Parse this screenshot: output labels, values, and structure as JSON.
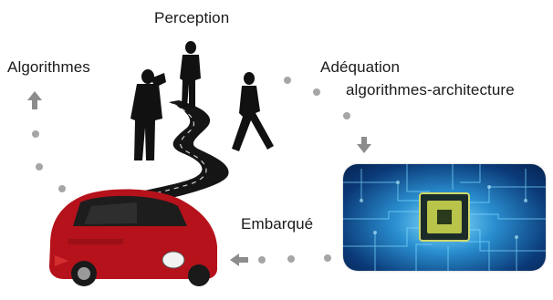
{
  "labels": {
    "perception": "Perception",
    "algorithmes": "Algorithmes",
    "adequation_line1": "Adéquation",
    "adequation_line2": "algorithmes-architecture",
    "embarque": "Embarqué"
  },
  "colors": {
    "dot": "#a6a6a6",
    "arrow": "#8c8c8c",
    "road": "#151515",
    "silhouette": "#111111",
    "car_body": "#b5121b",
    "chip_glow": "#3fb6ff"
  },
  "icons": {
    "cycle_arrows": "arrow-up, arrow-down, arrow-left",
    "chip": "processor-chip-image",
    "car": "red-small-car-image",
    "people": "three-human-silhouettes"
  }
}
